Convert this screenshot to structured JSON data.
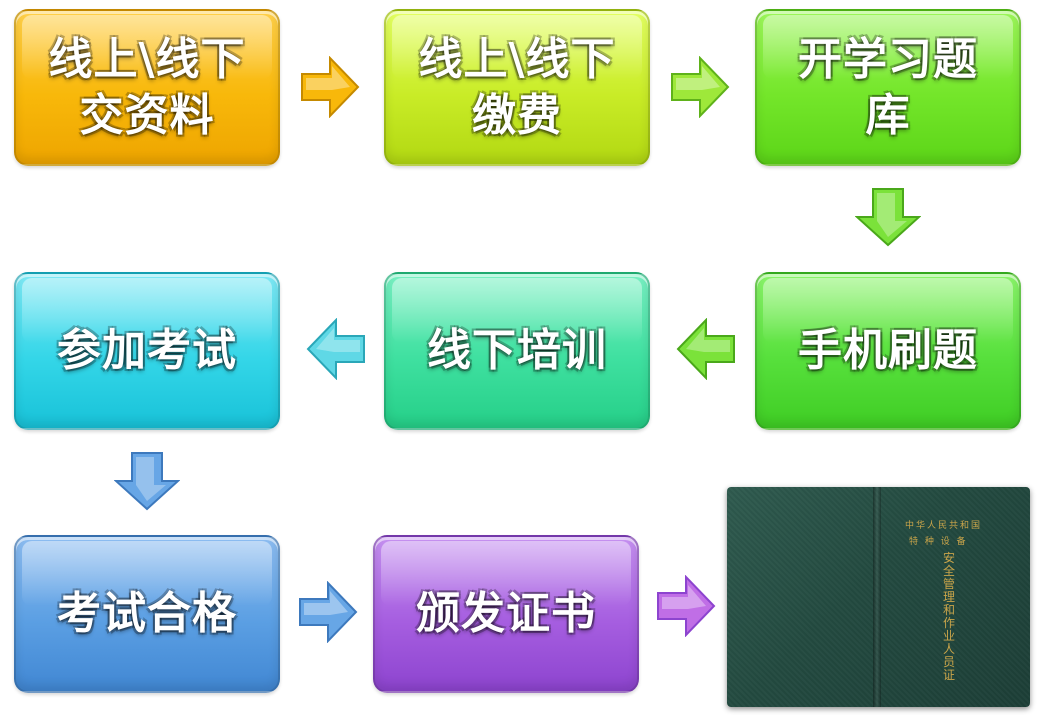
{
  "steps": [
    {
      "label": "线上\\线下\n交资料",
      "color": "#f8b80a"
    },
    {
      "label": "线上\\线下\n缴费",
      "color": "#c9ec27"
    },
    {
      "label": "开学习题\n库",
      "color": "#74e62a"
    },
    {
      "label": "手机刷题",
      "color": "#57e03c"
    },
    {
      "label": "线下培训",
      "color": "#3fe0a0"
    },
    {
      "label": "参加考试",
      "color": "#34d6e8"
    },
    {
      "label": "考试合格",
      "color": "#5b9fe3"
    },
    {
      "label": "颁发证书",
      "color": "#a65ee0"
    }
  ],
  "arrows": {
    "orange": "#f8b80a",
    "green": "#7be23a",
    "cyan": "#5fd8e6",
    "blue": "#67a6e6",
    "purple": "#c06ee6"
  },
  "certificate": {
    "line1": "中华人民共和国",
    "line2": "特 种 设 备",
    "title": "安全管理和作业人员证",
    "cover_color": "#234a40",
    "text_color": "#c9a44a"
  }
}
